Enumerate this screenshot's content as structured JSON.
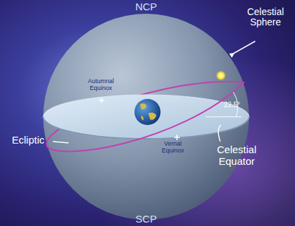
{
  "diagram": {
    "labels": [
      "NCP",
      "Celestial Sphere",
      "Autumnal Equinox",
      "23.5°",
      "Ecliptic",
      "Vernal Equinox",
      "Celestial Equator",
      "SCP"
    ]
  }
}
